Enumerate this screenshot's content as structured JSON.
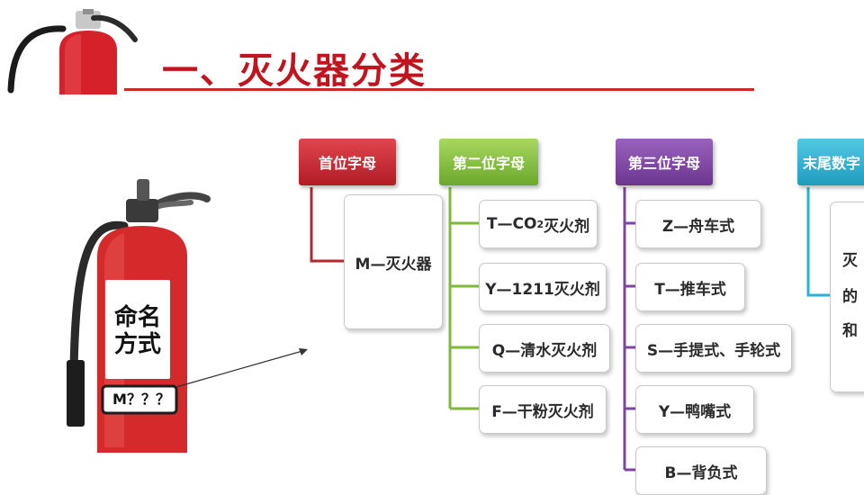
{
  "title": "一、灭火器分类",
  "extinguisher": {
    "label_line1": "命名",
    "label_line2": "方式",
    "code": "M？？？"
  },
  "columns": [
    {
      "header": "首位字母",
      "color": "#c72530",
      "items": [
        "M—灭火器"
      ]
    },
    {
      "header": "第二位字母",
      "color": "#7fba3a",
      "items": [
        "T—CO",
        "Y—1211灭火剂",
        "Q—清水灭火剂",
        "F—干粉灭火剂"
      ],
      "co2_suffix": "灭火剂",
      "co2_sub": "2"
    },
    {
      "header": "第三位字母",
      "color": "#7e469f",
      "items": [
        "Z—舟车式",
        "T—推车式",
        "S—手提式、手轮式",
        "Y—鸭嘴式",
        "B—背负式"
      ]
    },
    {
      "header": "末尾数字",
      "color": "#2bb0d2",
      "items_partial": [
        "灭",
        "的",
        "和"
      ]
    }
  ]
}
